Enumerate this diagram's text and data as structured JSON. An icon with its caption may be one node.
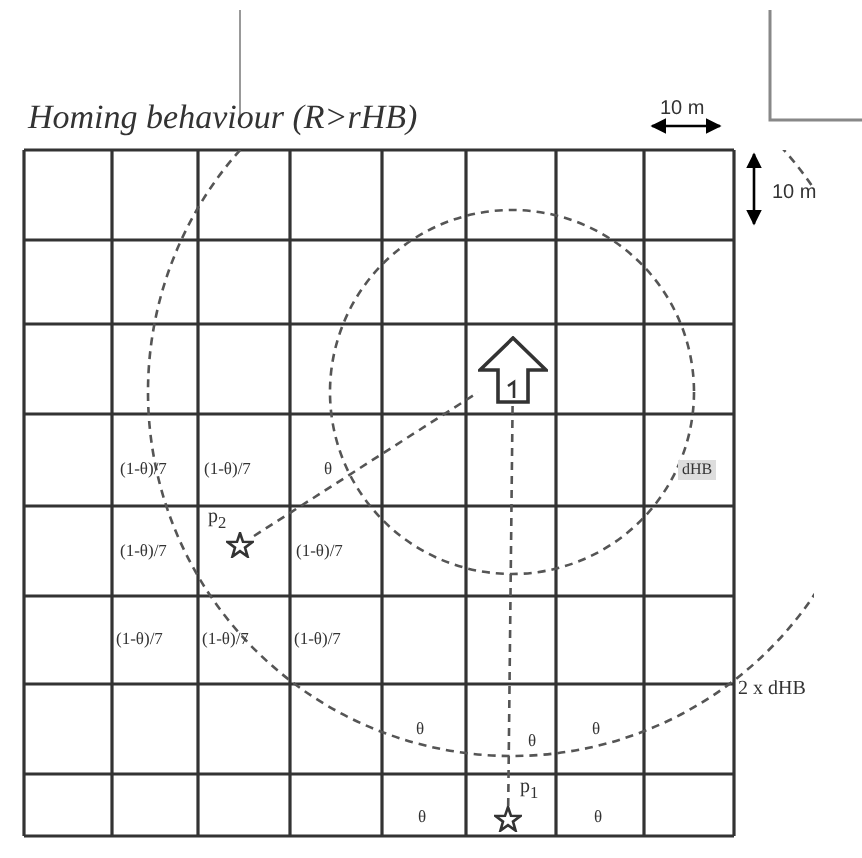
{
  "diagram": {
    "title": "Homing behaviour (R>rHB)",
    "nodes": [
      {
        "text": [],
        "shape": "house"
      },
      {
        "text": [],
        "shape": "star",
        "beside": [
          "p$_{2}$"
        ]
      },
      {
        "text": [],
        "shape": "star",
        "beside": [
          "p$_{1}$"
        ]
      }
    ],
    "edges": [
      {
        "from": 1,
        "to": 0,
        "arrow": "none",
        "style": "dashed"
      },
      {
        "from": 2,
        "to": 0,
        "arrow": "none",
        "style": "dashed"
      }
    ],
    "labels": [
      "10 m",
      "10 m",
      "(1-θ)/7",
      "(1-θ)/7",
      "θ",
      "dHB",
      "(1-θ)/7",
      "(1-θ)/7",
      "(1-θ)/7",
      "(1-θ)/7",
      "(1-θ)/7",
      "2 x dHB",
      "θ",
      "θ",
      "θ",
      "θ",
      "θ"
    ]
  }
}
